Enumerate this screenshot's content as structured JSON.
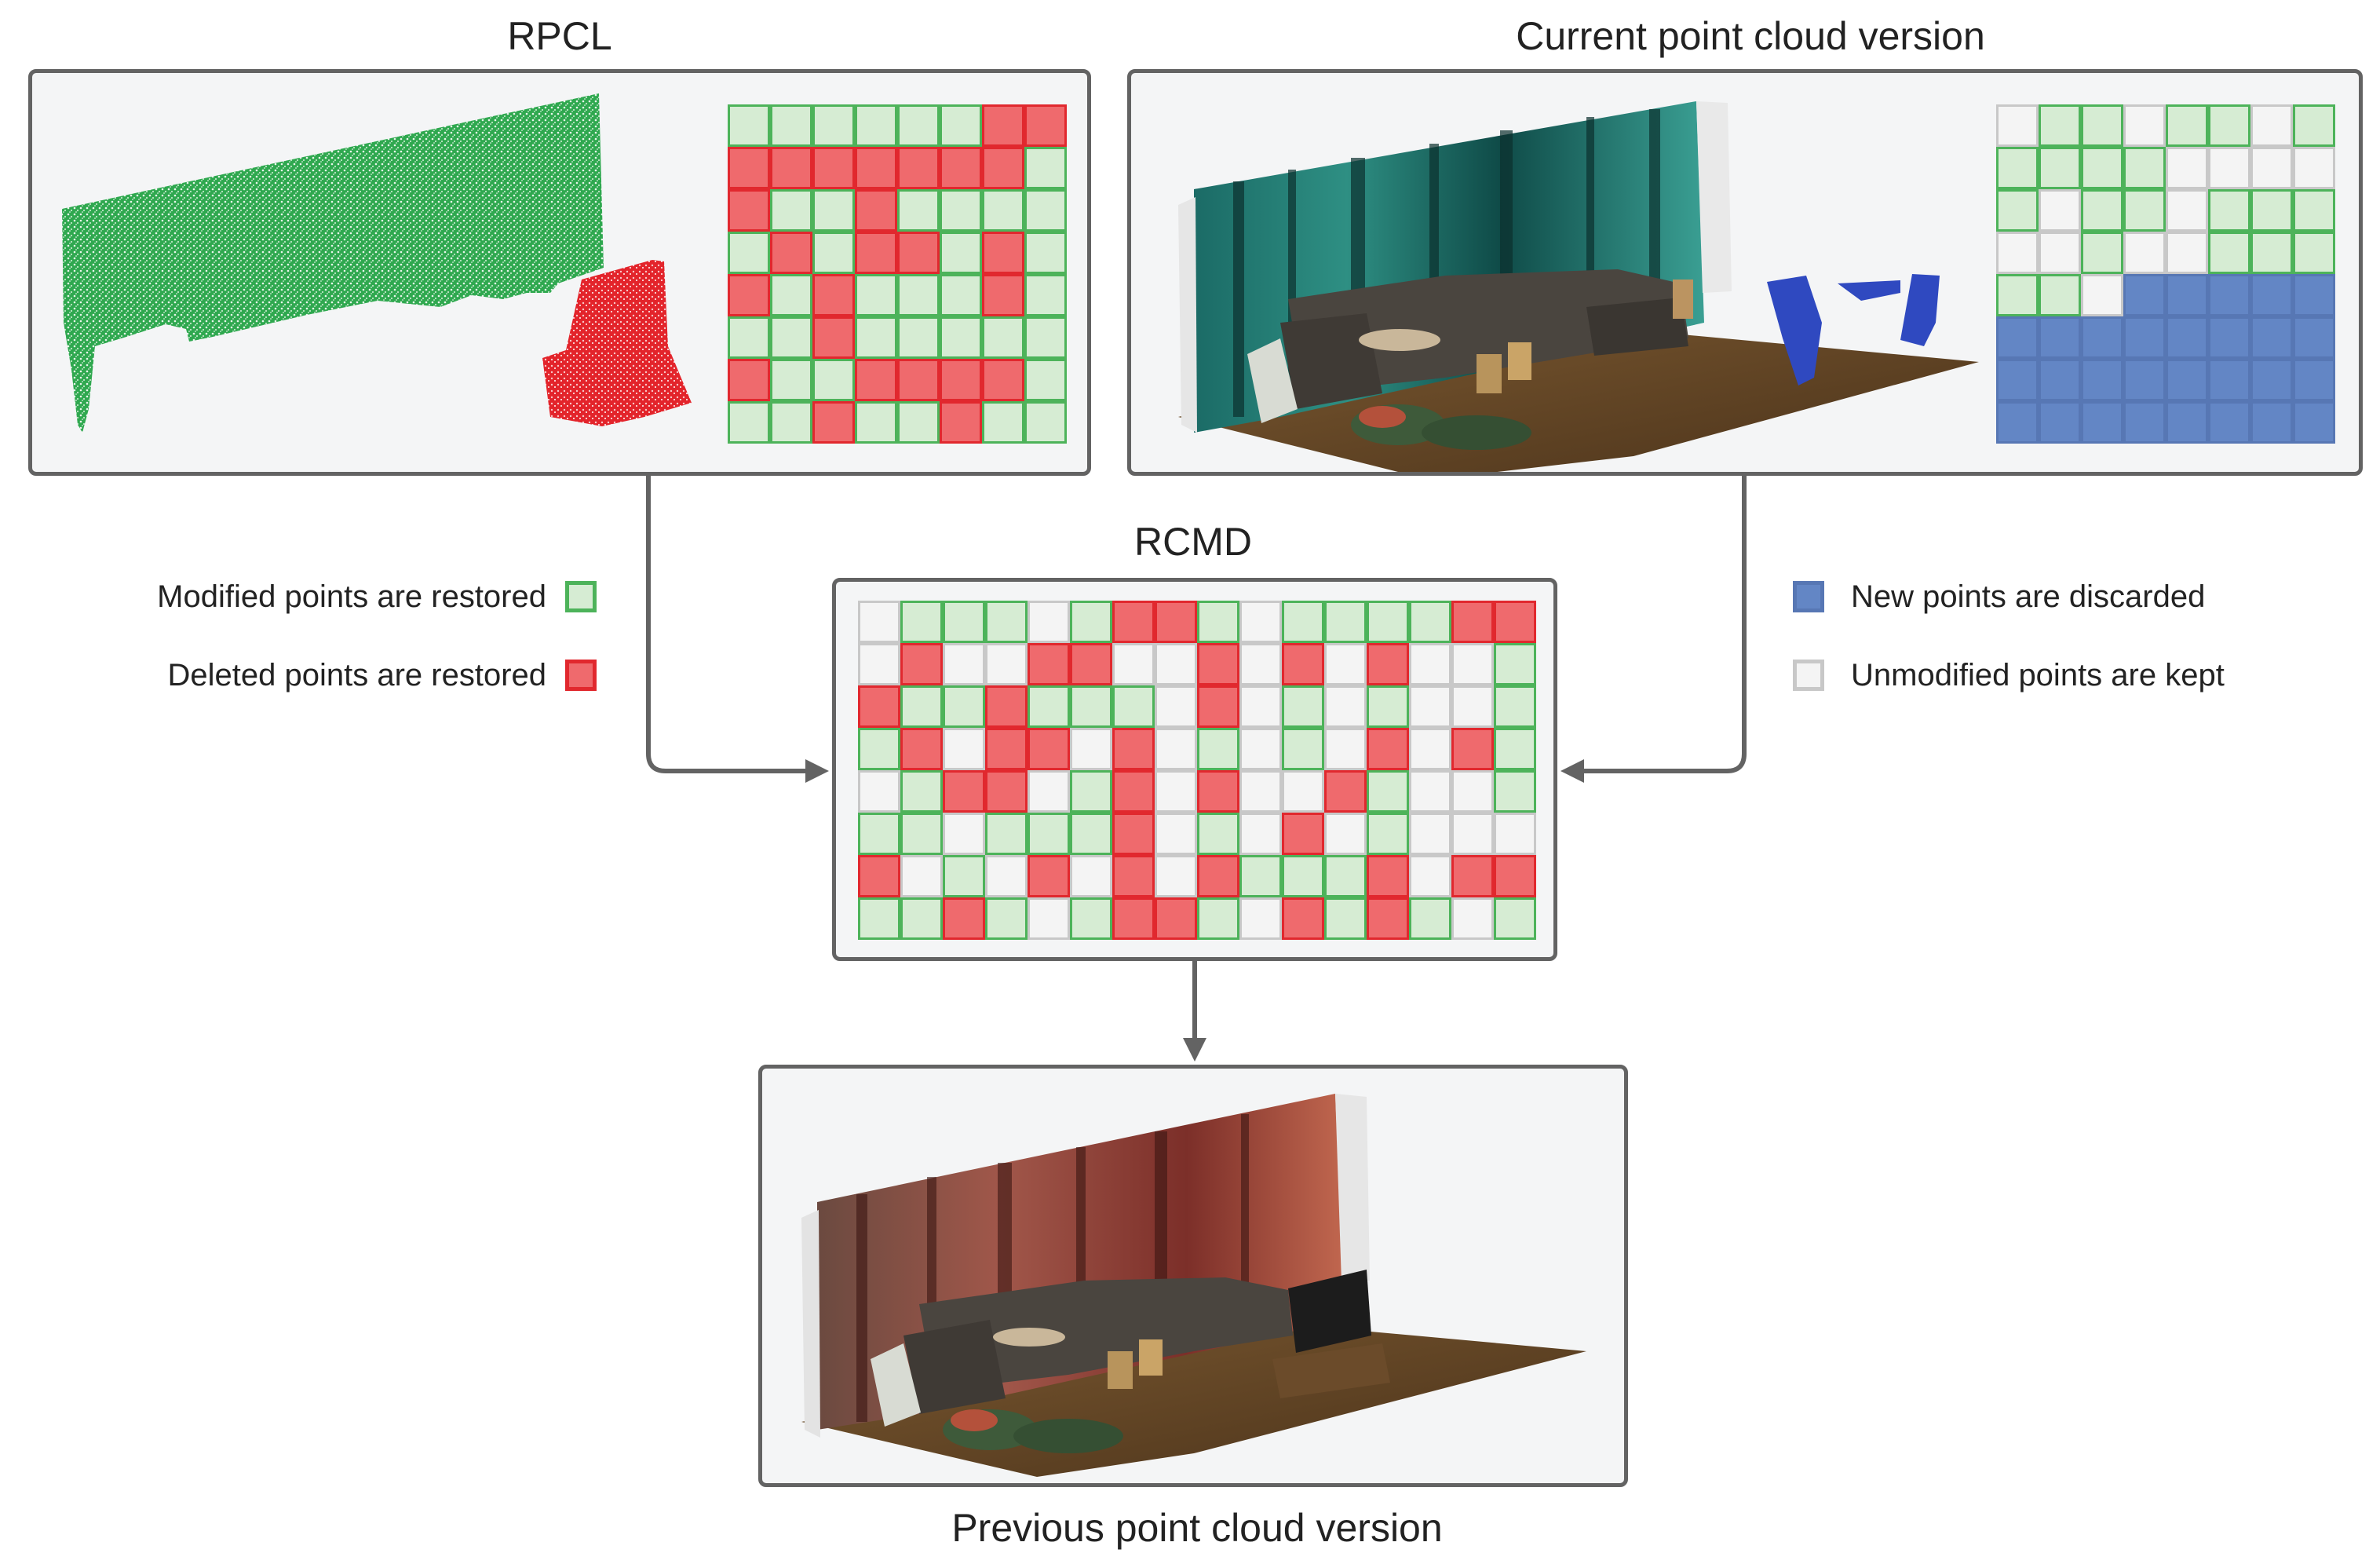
{
  "titles": {
    "rpcl": "RPCL",
    "current": "Current point cloud version",
    "rcmd": "RCMD",
    "previous": "Previous point cloud version"
  },
  "legend": {
    "modified": "Modified points are restored",
    "deleted": "Deleted points are restored",
    "new": "New points are discarded",
    "unmodified": "Unmodified points are kept"
  },
  "colors": {
    "modified_fill": "#d6ecd3",
    "modified_border": "#4db35a",
    "deleted_fill": "#ef6a6d",
    "deleted_border": "#e1282e",
    "new_fill": "#6386c5",
    "new_border": "#5777b4",
    "unmodified_fill": "#f4f4f4",
    "unmodified_border": "#c8c8c8",
    "panel_border": "#636363",
    "arrow": "#636363"
  },
  "grids": {
    "rpcl": [
      "GGGGGGDD",
      "DDDDDDDG",
      "DGGDGGGG",
      "GDGDDGDG",
      "DGDGGGDG",
      "GGDGGGGG",
      "DGGDDDDG",
      "GGDGGDGG"
    ],
    "current": [
      "UGGUGGUG",
      "GGGGUUUU",
      "GUGGUGGG",
      "UUGUUGGG",
      "GGUBBBBB",
      "BBBBBBBB",
      "BBBBBBBB",
      "BBBBBBBB"
    ],
    "rcmd": [
      "UGGGUGDDGUGGGGDD",
      "UDUUDDUUDUDUDUUG",
      "DGGDGGGUDUGUGUUG",
      "GDUDDUDUGUGUDUDG",
      "UGDDUGDUDUUDGUUG",
      "GGUGGGDUGUDUGUUU",
      "DUGUDUDUDGGGDUDD",
      "GGDGUGDDGUDGDGUG"
    ]
  }
}
